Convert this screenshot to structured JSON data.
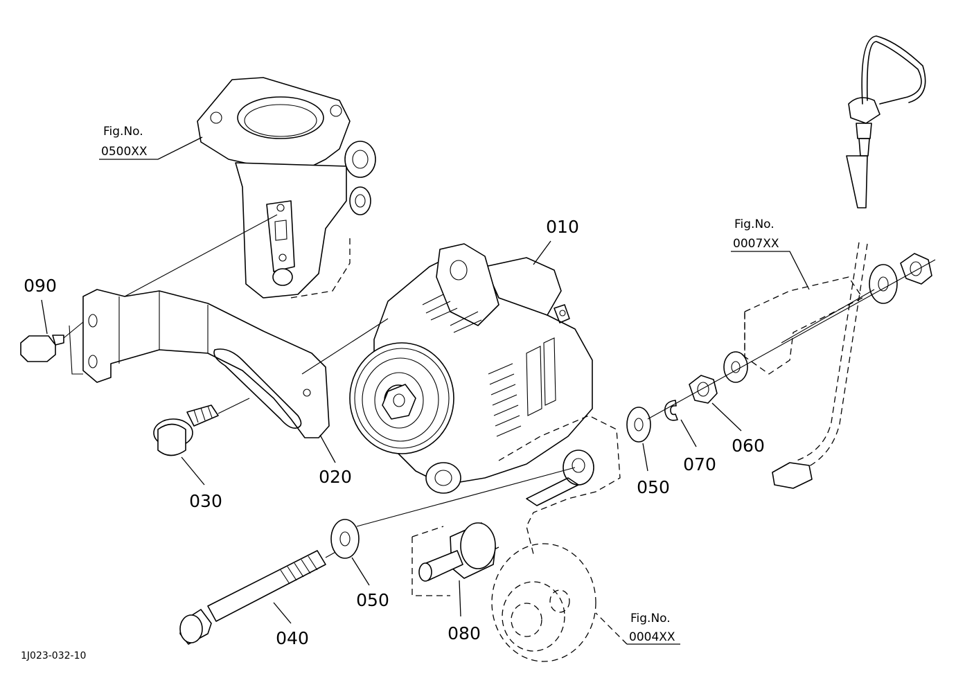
{
  "diagram": {
    "part_labels": [
      "010",
      "020",
      "030",
      "040",
      "050",
      "050",
      "060",
      "070",
      "080",
      "090"
    ],
    "figure_refs": [
      {
        "title": "Fig.No.",
        "code": "0500XX"
      },
      {
        "title": "Fig.No.",
        "code": "0007XX"
      },
      {
        "title": "Fig.No.",
        "code": "0004XX"
      }
    ],
    "drawing_code": "1J023-032-10"
  }
}
